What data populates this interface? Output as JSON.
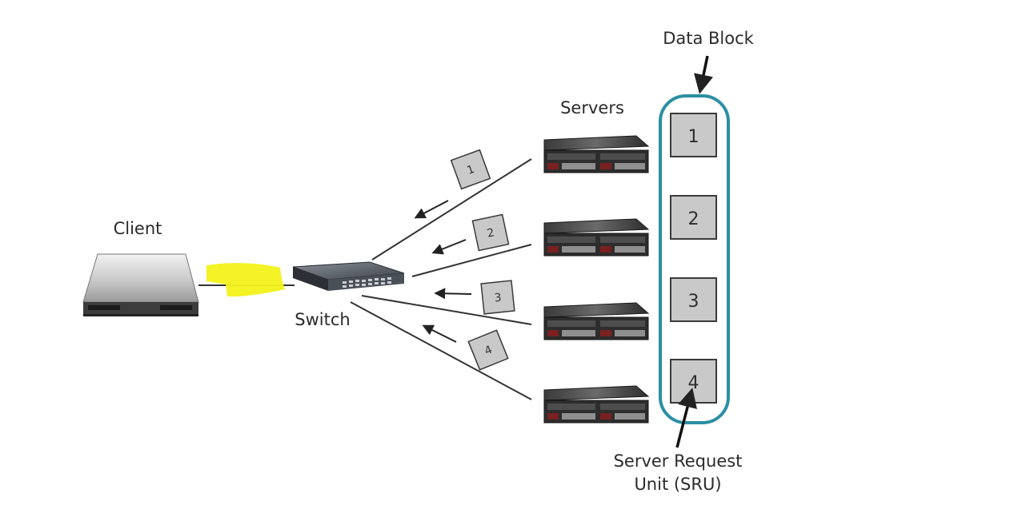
{
  "labels": {
    "client": "Client",
    "switch": "Switch",
    "servers": "Servers",
    "data_block": "Data Block",
    "sru_line1": "Server Request",
    "sru_line2": "Unit (SRU)"
  },
  "data_block_units": [
    "1",
    "2",
    "3",
    "4"
  ],
  "packets": [
    "1",
    "2",
    "3",
    "4"
  ],
  "colors": {
    "data_block_border": "#2b8fa3",
    "highlight": "#f2f21a",
    "box_fill": "#c9c9c9",
    "box_stroke": "#3a3a3a"
  }
}
